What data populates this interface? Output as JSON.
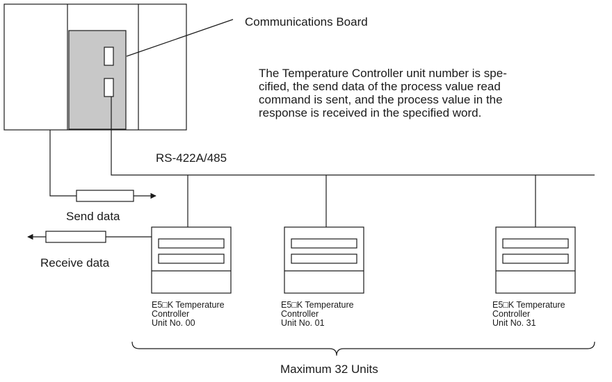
{
  "board_label": "Communications Board",
  "description": "The Temperature Controller unit number is spe-\ncified, the send data of the process value read\ncommand is sent, and the process value in the\nresponse is received in the specified word.",
  "bus_label": "RS-422A/485",
  "send_label": "Send data",
  "receive_label": "Receive data",
  "units": [
    {
      "model": "E5□K Temperature",
      "type": "Controller",
      "unit_no": "Unit No. 00"
    },
    {
      "model": "E5□K Temperature",
      "type": "Controller",
      "unit_no": "Unit No. 01"
    },
    {
      "model": "E5□K Temperature",
      "type": "Controller",
      "unit_no": "Unit No. 31"
    }
  ],
  "max_label": "Maximum 32 Units",
  "colors": {
    "line": "#1a1a1a",
    "board_fill": "#c8c8c8",
    "background": "#ffffff"
  }
}
